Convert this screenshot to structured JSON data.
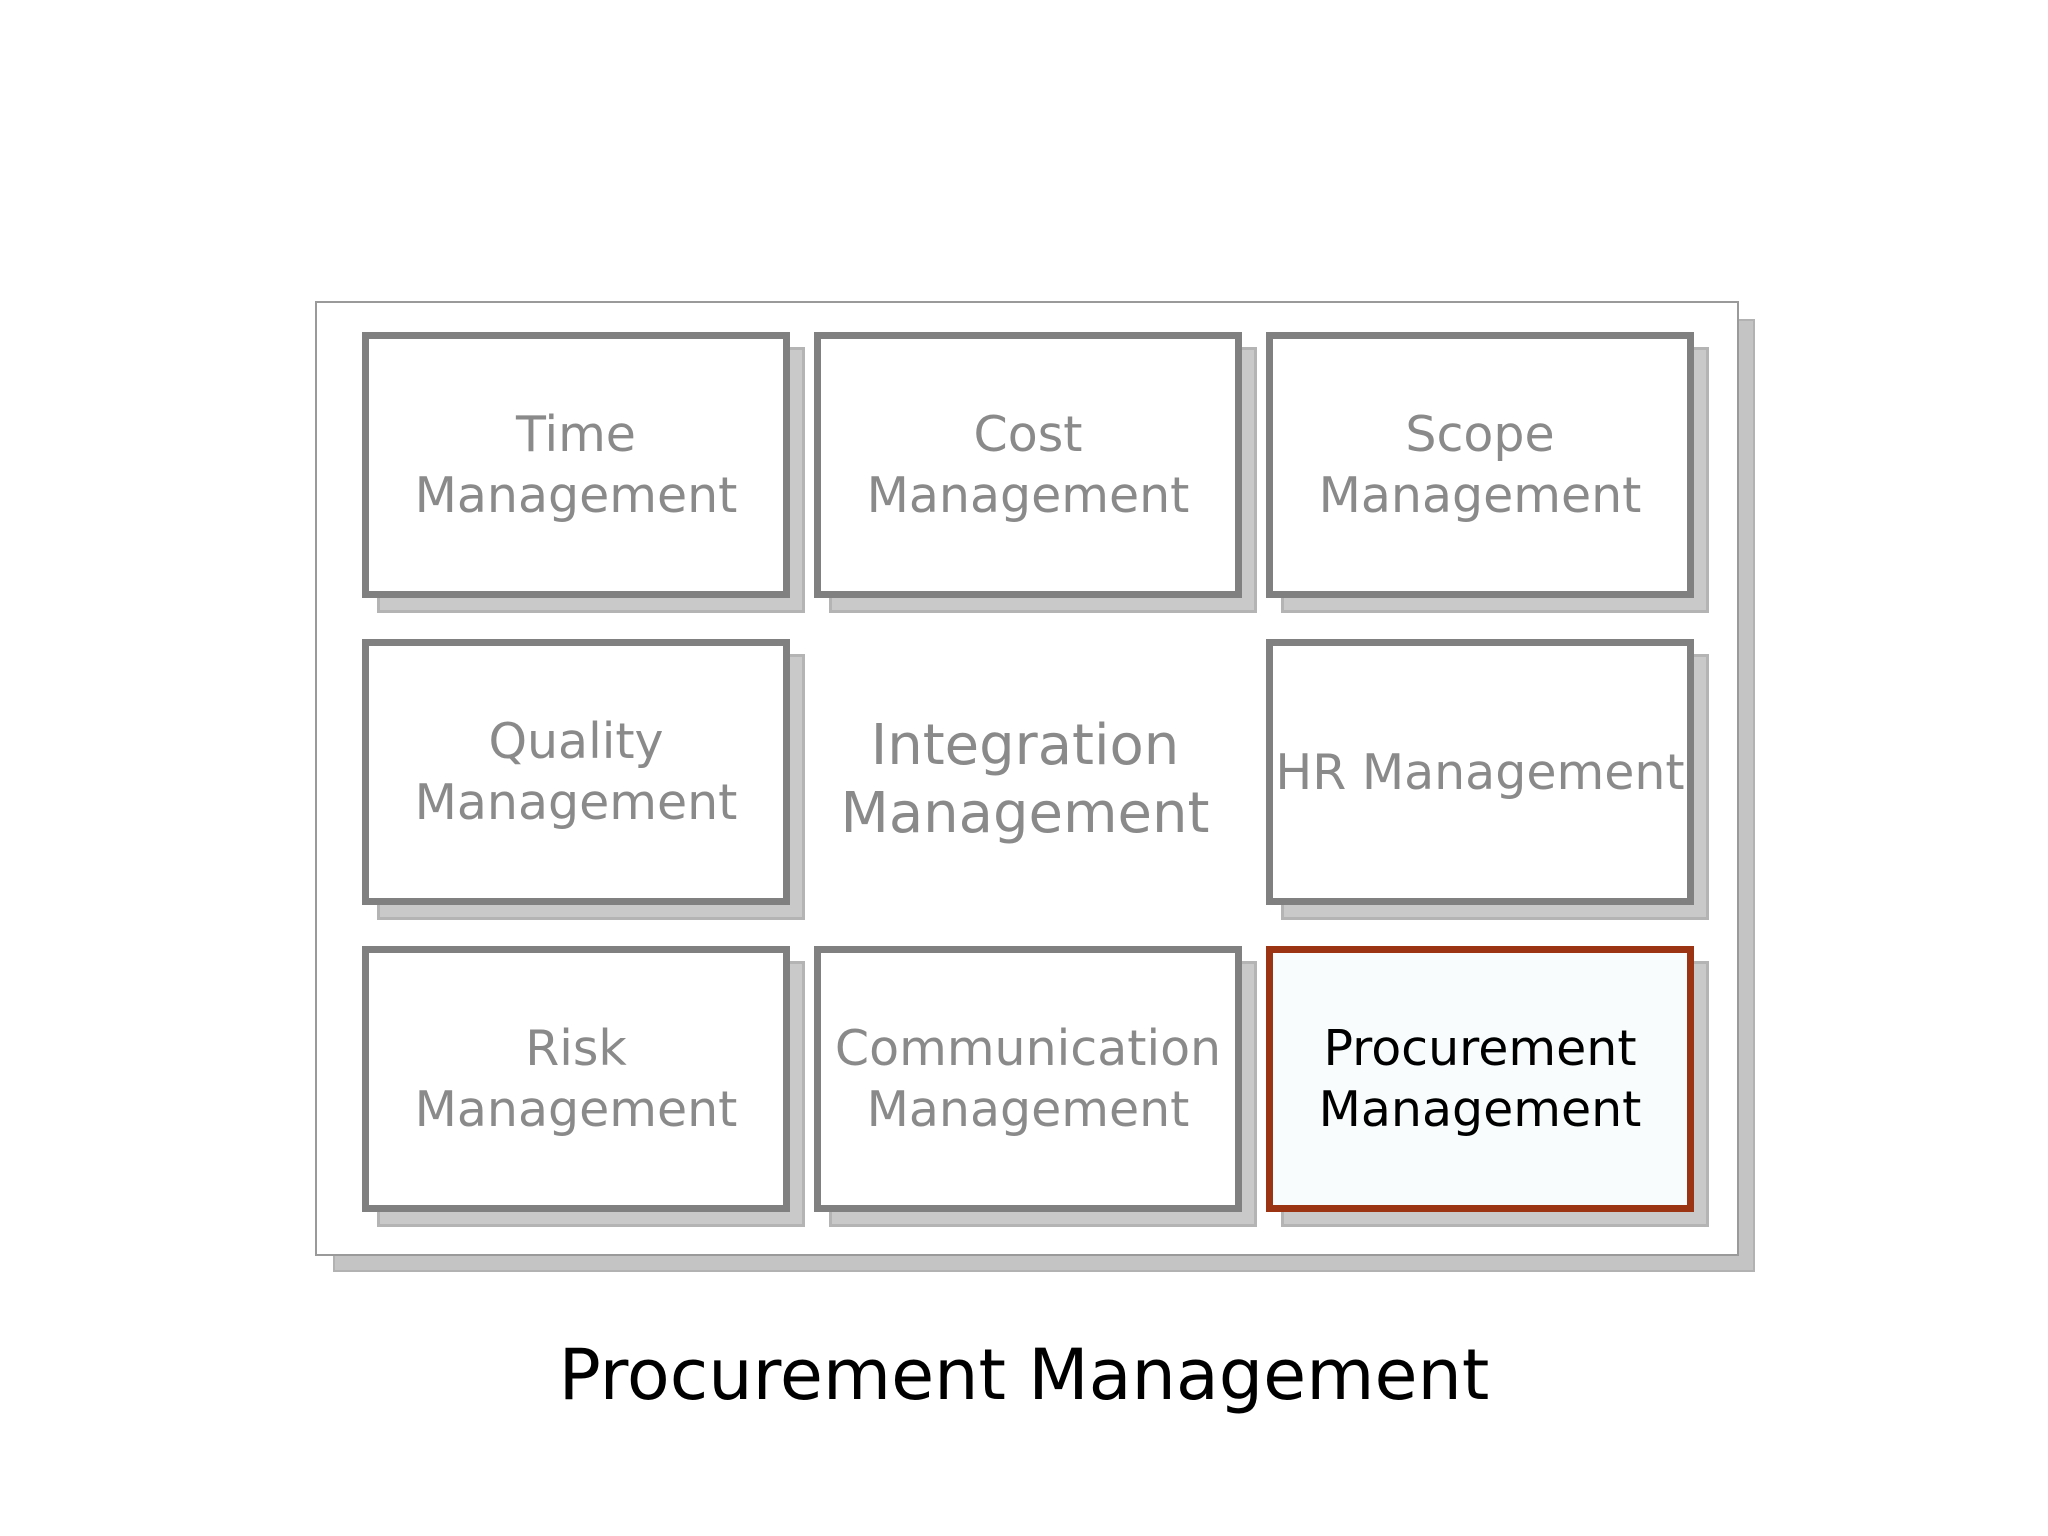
{
  "diagram": {
    "boxes": [
      {
        "id": "time",
        "lines": [
          "Time",
          "Management"
        ],
        "active": false
      },
      {
        "id": "cost",
        "lines": [
          "Cost",
          "Management"
        ],
        "active": false
      },
      {
        "id": "scope",
        "lines": [
          "Scope",
          "Management"
        ],
        "active": false
      },
      {
        "id": "quality",
        "lines": [
          "Quality",
          "Management"
        ],
        "active": false
      },
      {
        "id": "hr",
        "lines": [
          "HR Management"
        ],
        "active": false
      },
      {
        "id": "risk",
        "lines": [
          "Risk",
          "Management"
        ],
        "active": false
      },
      {
        "id": "communication",
        "lines": [
          "Communication",
          "Management"
        ],
        "active": false
      },
      {
        "id": "procurement",
        "lines": [
          "Procurement",
          "Management"
        ],
        "active": true
      }
    ],
    "center": {
      "lines": [
        "Integration",
        "Management"
      ]
    }
  },
  "caption": "Procurement Management",
  "colors": {
    "box_border": "#808080",
    "active_border": "#9a3412",
    "inactive_text": "#8a8a8a",
    "active_text": "#000000"
  }
}
